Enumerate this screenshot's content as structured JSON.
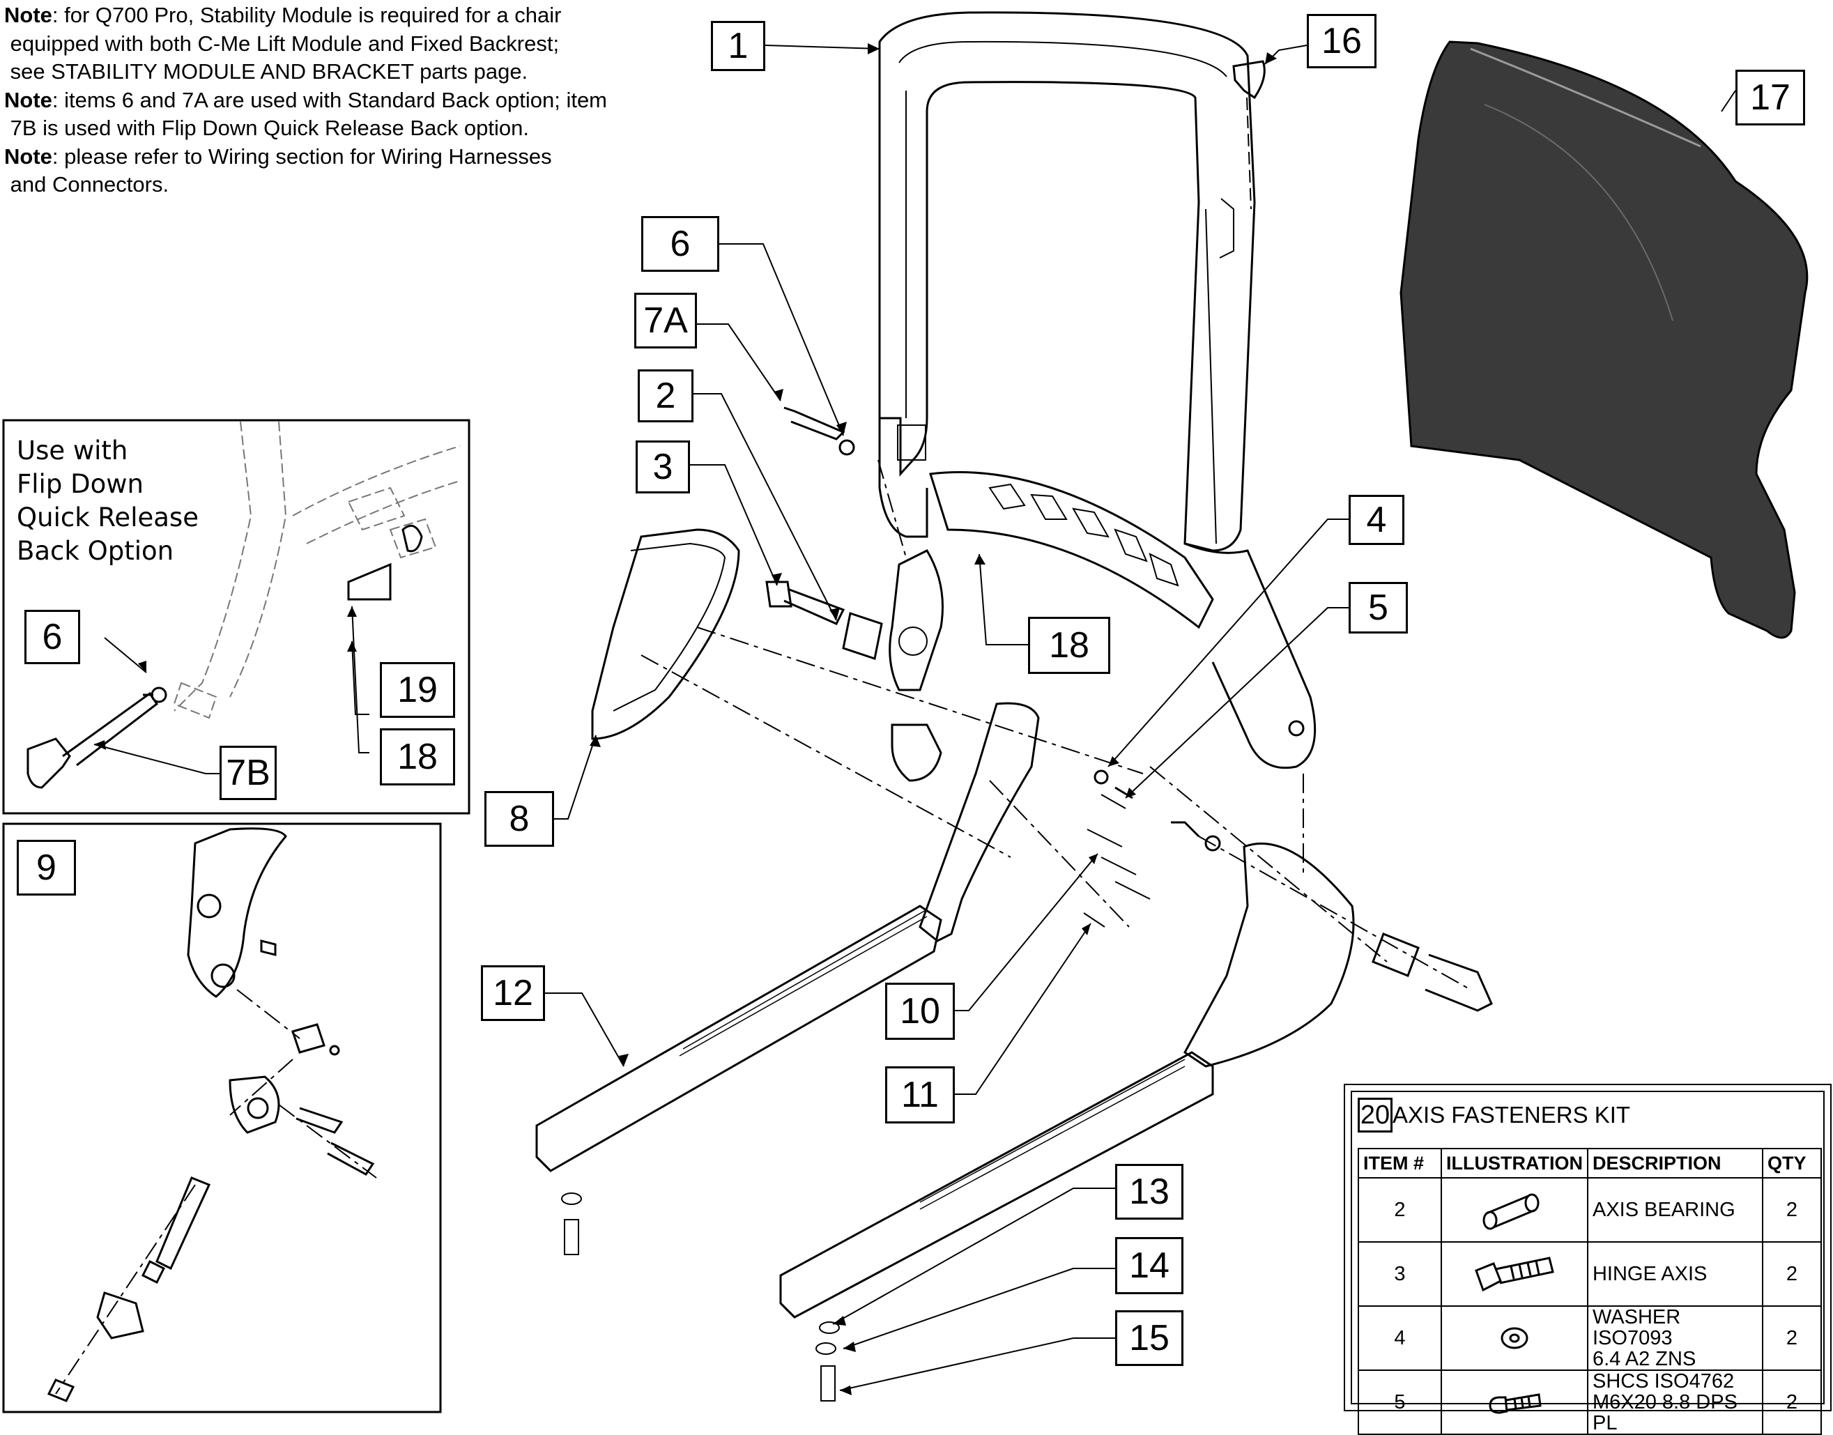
{
  "notes": [
    {
      "label": "Note",
      "text": ": for Q700 Pro, Stability Module is required for a chair"
    },
    {
      "label": "",
      "text": " equipped with both C-Me Lift Module and Fixed Backrest;"
    },
    {
      "label": "",
      "text": " see STABILITY MODULE AND BRACKET parts page."
    },
    {
      "label": "Note",
      "text": ": items 6 and 7A are used with Standard Back option; item"
    },
    {
      "label": "",
      "text": " 7B is used with Flip Down Quick Release Back option."
    },
    {
      "label": "Note",
      "text": ": please refer to Wiring section for Wiring Harnesses"
    },
    {
      "label": "",
      "text": " and Connectors."
    }
  ],
  "inset": {
    "lines": [
      "Use with",
      "Flip Down",
      "Quick Release",
      "Back Option"
    ]
  },
  "callouts": {
    "c1": "1",
    "c2": "2",
    "c3": "3",
    "c4": "4",
    "c5": "5",
    "c6": "6",
    "c6b": "6",
    "c7a": "7A",
    "c7b": "7B",
    "c8": "8",
    "c9": "9",
    "c10": "10",
    "c11": "11",
    "c12": "12",
    "c13": "13",
    "c14": "14",
    "c15": "15",
    "c16": "16",
    "c17": "17",
    "c18": "18",
    "c18b": "18",
    "c19": "19"
  },
  "kit": {
    "number": "20",
    "title": "AXIS FASTENERS KIT",
    "headers": [
      "ITEM #",
      "ILLUSTRATION",
      "DESCRIPTION",
      "QTY"
    ],
    "rows": [
      {
        "item": "2",
        "illustration": "axis-bearing",
        "description": "AXIS BEARING",
        "description2": "",
        "qty": "2"
      },
      {
        "item": "3",
        "illustration": "hinge-axis",
        "description": "HINGE AXIS",
        "description2": "",
        "qty": "2"
      },
      {
        "item": "4",
        "illustration": "washer",
        "description": "WASHER ISO7093",
        "description2": "6.4 A2 ZNS",
        "qty": "2"
      },
      {
        "item": "5",
        "illustration": "shcs-screw",
        "description": "SHCS ISO4762",
        "description2": "M6X20 8.8 DPS PL",
        "qty": "2"
      }
    ]
  },
  "colors": {
    "line": "#000000",
    "cover": "#3a3a3a"
  }
}
